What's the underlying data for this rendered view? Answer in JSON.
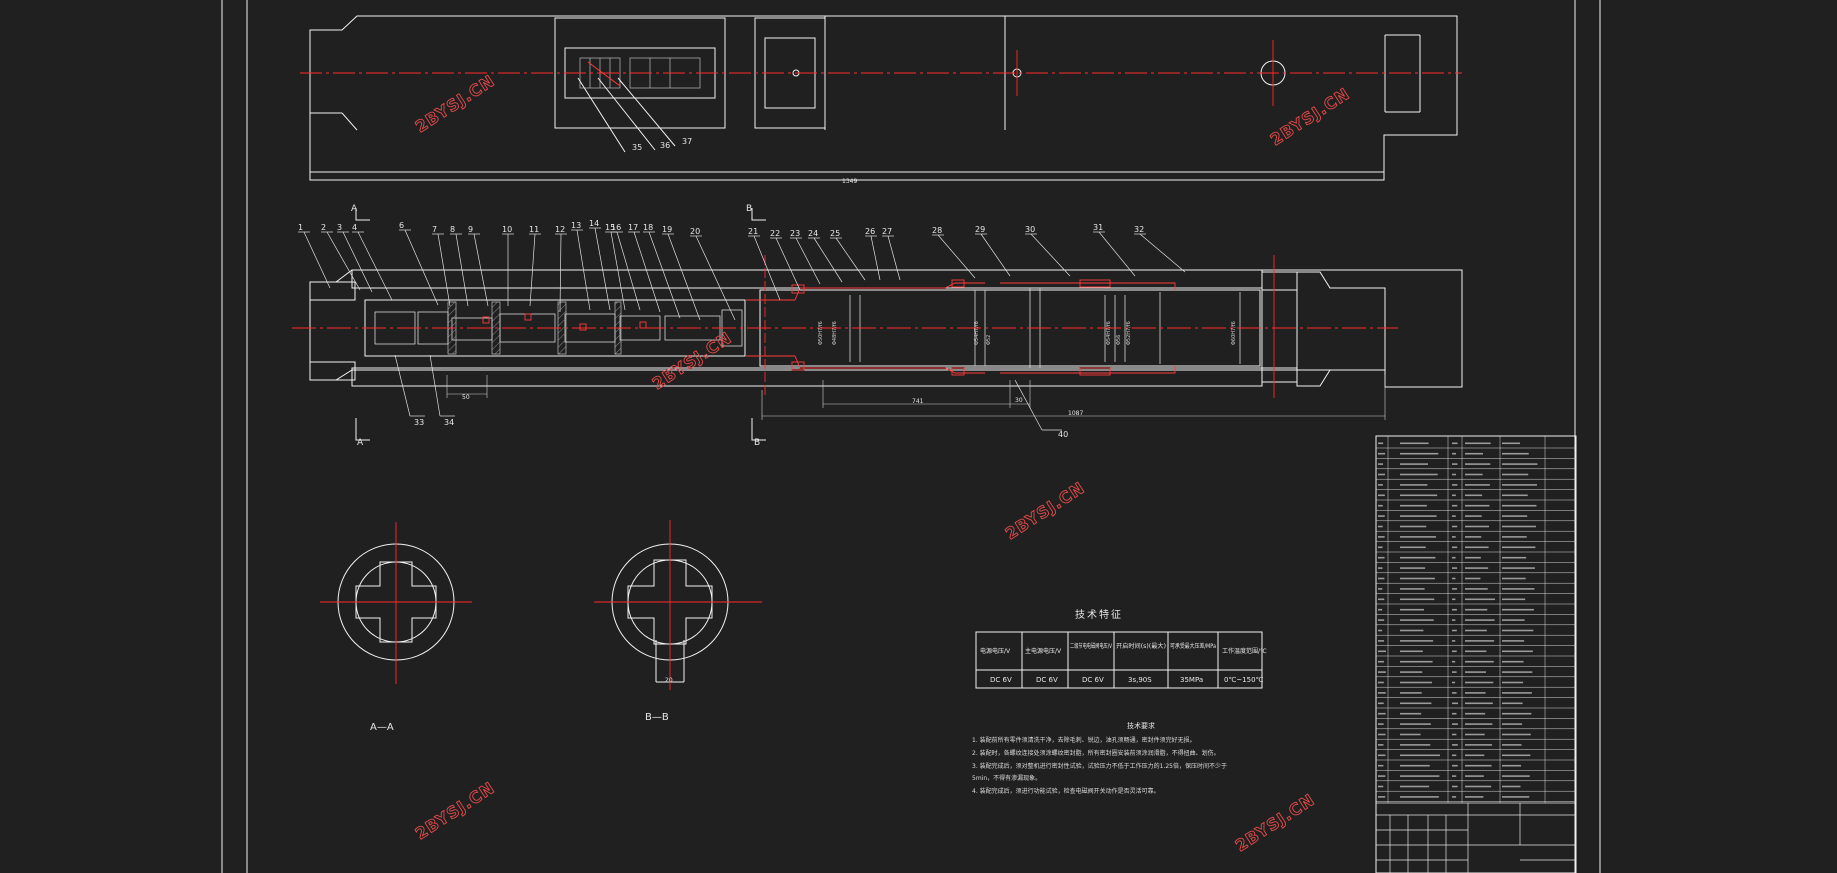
{
  "colors": {
    "background": "#202020",
    "line": "#f2f2f2",
    "centerline": "#ff2a2a",
    "watermark": "#e84a4a",
    "hatch": "#8a8a8a"
  },
  "watermark_text": "2BYSJ.CN",
  "top_view": {
    "part_labels": [
      "35",
      "36",
      "37"
    ],
    "bottom_dim": "1349"
  },
  "main_view": {
    "section_marks": {
      "a_start": "A",
      "a_end": "A",
      "b_start": "B",
      "b_end": "B"
    },
    "part_labels_top": [
      "1",
      "2",
      "3",
      "4",
      "6",
      "7",
      "8",
      "9",
      "10",
      "11",
      "12",
      "13",
      "14",
      "15",
      "16",
      "17",
      "18",
      "19",
      "20",
      "21",
      "22",
      "23",
      "24",
      "25",
      "26",
      "27",
      "28",
      "29",
      "30",
      "31",
      "32"
    ],
    "part_labels_bottom": [
      "33",
      "34",
      "40"
    ],
    "dims": [
      "50",
      "741",
      "30",
      "1087"
    ]
  },
  "section_views": {
    "a_label": "A—A",
    "b_label": "B—B",
    "b_dim": "20"
  },
  "tech_table": {
    "title": "技术特征",
    "headers": [
      "电源电压/V",
      "主电源电压/V",
      "二级节电电磁阀电压/V",
      "开启时间(s)(最大)",
      "可承受最大压差/MPa",
      "工作温度范围/℃"
    ],
    "values": [
      "DC 6V",
      "DC 6V",
      "DC 6V",
      "3s,90S",
      "35MPa",
      "0℃~150℃"
    ]
  },
  "tech_notes": {
    "title": "技术要求",
    "lines": [
      "1.  装配前所有零件须清洗干净，去除毛刺、锐边，油孔须畅通，密封件须完好无损。",
      "2.  装配时，各螺纹连接处须涂螺纹密封脂，所有密封圈安装前须涂润滑脂，不得扭曲、划伤。",
      "3.  装配完成后，须对整机进行密封性试验，试验压力不低于工作压力的1.25倍，保压时间不少于",
      "    5min，不得有渗漏现象。",
      "4.  装配完成后，须进行功能试验，检查电磁阀开关动作是否灵活可靠。"
    ]
  }
}
